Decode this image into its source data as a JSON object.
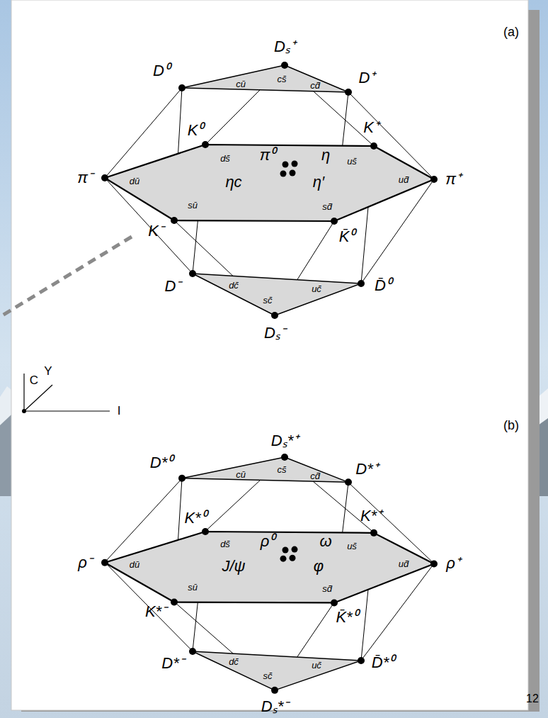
{
  "diagram": {
    "nodes": [
      {
        "text": [
          "cū",
          "cs̄",
          "cd̄"
        ]
      },
      {
        "text": [
          "ds̄",
          "π⁰",
          "η",
          "us̄",
          "dū",
          "ηc",
          "η′",
          "ud̄",
          "sū",
          "sd̄"
        ]
      },
      {
        "text": [
          "dc̄",
          "uc̄",
          "sc̄"
        ]
      },
      {
        "text": [
          "cū",
          "cs̄",
          "cd̄"
        ]
      },
      {
        "text": [
          "ds̄",
          "ρ⁰",
          "ω",
          "us̄",
          "dū",
          "J/ψ",
          "φ",
          "ud̄",
          "sū",
          "sd̄"
        ]
      },
      {
        "text": [
          "dc̄",
          "uc̄",
          "sc̄"
        ]
      }
    ],
    "labels": [
      "Dₛ⁺",
      "D⁰",
      "D⁺",
      "K⁰",
      "K⁺",
      "π⁻",
      "π⁺",
      "K⁻",
      "K̄⁰",
      "D⁻",
      "D̄⁰",
      "Dₛ⁻",
      "(a)",
      "C",
      "Y",
      "I",
      "Dₛ*⁺",
      "D*⁰",
      "D*⁺",
      "K*⁰",
      "K*⁺",
      "ρ⁻",
      "ρ⁺",
      "K*⁻",
      "K̄*⁰",
      "D*⁻",
      "D̄*⁰",
      "Dₛ*⁻",
      "(b)",
      "12"
    ]
  }
}
